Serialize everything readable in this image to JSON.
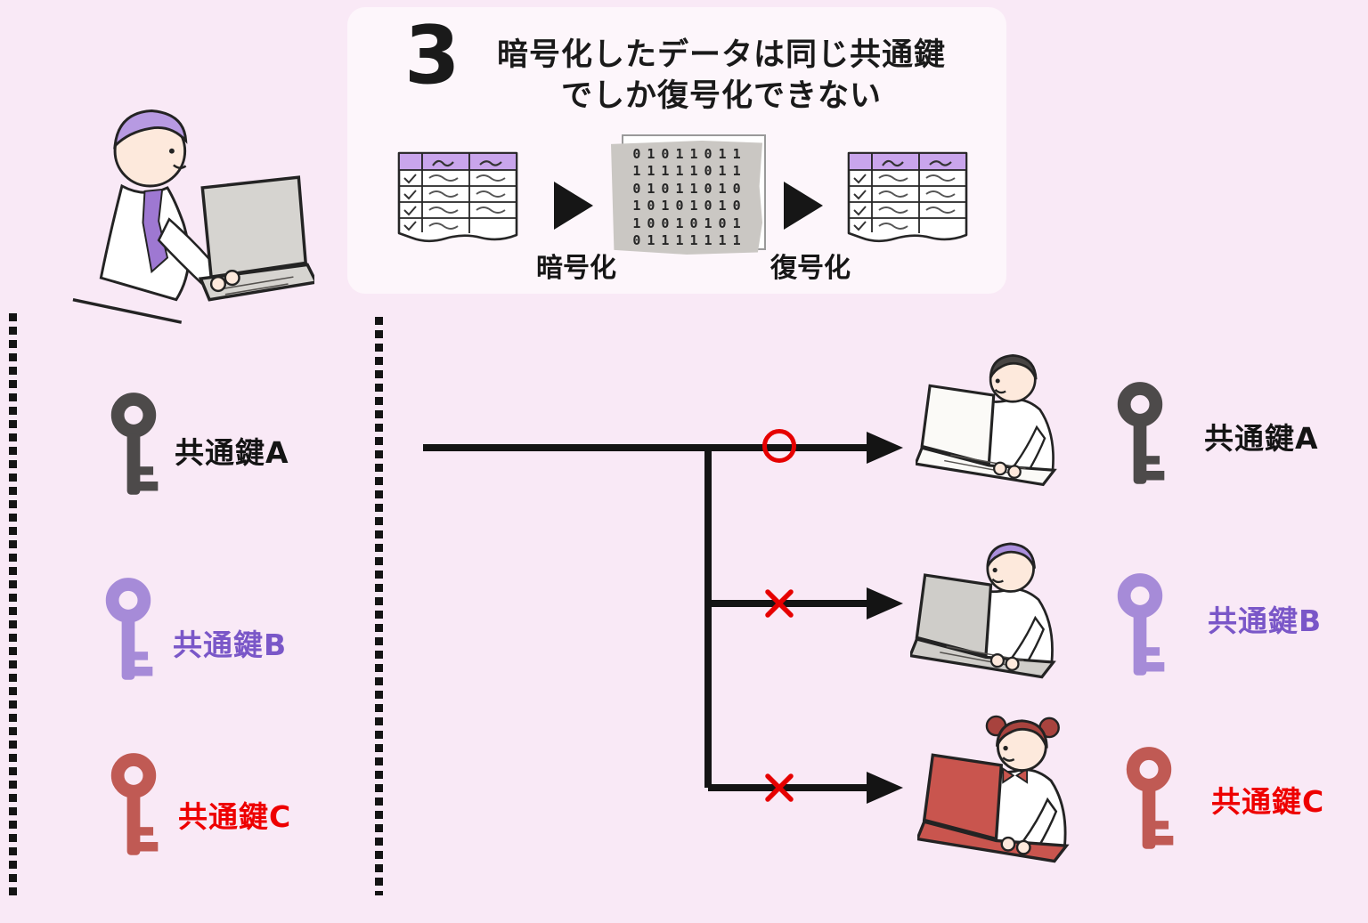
{
  "page": {
    "background": "#f9e9f6",
    "line_color": "#141414",
    "result_color": "#e60000"
  },
  "info_box": {
    "step_number": "3",
    "title_line1": "暗号化したデータは同じ共通鍵",
    "title_line2": "でしか復号化できない",
    "encrypt_label": "暗号化",
    "decrypt_label": "復号化",
    "binary_rows": [
      "01011011",
      "11111011",
      "01011010",
      "10101010",
      "10010101",
      "01111111"
    ]
  },
  "sender": {
    "hair_color": "#b79ae2",
    "laptop_color": "#d6d4d0",
    "tie_color": "#9e78d2"
  },
  "left_keys": [
    {
      "label": "共通鍵A",
      "key_color": "#4d4a4a",
      "label_color": "#141414"
    },
    {
      "label": "共通鍵B",
      "key_color": "#a68bd8",
      "label_color": "#7a57c8"
    },
    {
      "label": "共通鍵C",
      "key_color": "#c05a54",
      "label_color": "#ee0000"
    }
  ],
  "recipients": [
    {
      "key_label": "共通鍵A",
      "key_color": "#4d4a4a",
      "label_color": "#141414",
      "result": "○",
      "hair_color": "#474443",
      "laptop_color": "#fbfaf7"
    },
    {
      "key_label": "共通鍵B",
      "key_color": "#a68bd8",
      "label_color": "#7a57c8",
      "result": "×",
      "hair_color": "#ab8fdc",
      "laptop_color": "#cfcdc9"
    },
    {
      "key_label": "共通鍵C",
      "key_color": "#c05a54",
      "label_color": "#ee0000",
      "result": "×",
      "hair_color": "#a8433e",
      "laptop_color": "#c9554e"
    }
  ]
}
